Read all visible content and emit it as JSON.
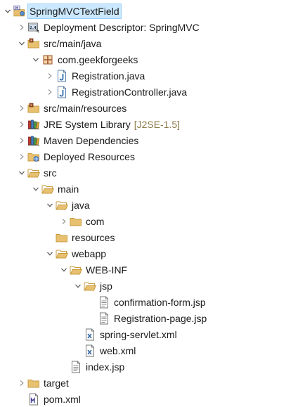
{
  "tree": {
    "nodes": [
      {
        "label": "SpringMVCTextField",
        "icon": "maven-web-project-icon",
        "depth": 0,
        "toggle": "expanded",
        "selected": true
      },
      {
        "label": "Deployment Descriptor: SpringMVC",
        "icon": "deployment-descriptor-icon",
        "depth": 1,
        "toggle": "collapsed"
      },
      {
        "label": "src/main/java",
        "icon": "source-folder-icon",
        "depth": 1,
        "toggle": "expanded"
      },
      {
        "label": "com.geekforgeeks",
        "icon": "package-icon",
        "depth": 2,
        "toggle": "expanded"
      },
      {
        "label": "Registration.java",
        "icon": "java-file-icon",
        "depth": 3,
        "toggle": "collapsed"
      },
      {
        "label": "RegistrationController.java",
        "icon": "java-file-icon",
        "depth": 3,
        "toggle": "collapsed"
      },
      {
        "label": "src/main/resources",
        "icon": "source-folder-icon",
        "depth": 1,
        "toggle": "collapsed"
      },
      {
        "label": "JRE System Library",
        "decoration": "[J2SE-1.5]",
        "icon": "library-icon",
        "depth": 1,
        "toggle": "collapsed"
      },
      {
        "label": "Maven Dependencies",
        "icon": "library-icon",
        "depth": 1,
        "toggle": "collapsed"
      },
      {
        "label": "Deployed Resources",
        "icon": "deployed-resources-icon",
        "depth": 1,
        "toggle": "collapsed"
      },
      {
        "label": "src",
        "icon": "folder-open-icon",
        "depth": 1,
        "toggle": "expanded"
      },
      {
        "label": "main",
        "icon": "folder-open-icon",
        "depth": 2,
        "toggle": "expanded"
      },
      {
        "label": "java",
        "icon": "folder-open-icon",
        "depth": 3,
        "toggle": "expanded"
      },
      {
        "label": "com",
        "icon": "folder-icon",
        "depth": 4,
        "toggle": "collapsed"
      },
      {
        "label": "resources",
        "icon": "folder-icon",
        "depth": 3,
        "toggle": "none"
      },
      {
        "label": "webapp",
        "icon": "folder-open-icon",
        "depth": 3,
        "toggle": "expanded"
      },
      {
        "label": "WEB-INF",
        "icon": "folder-open-icon",
        "depth": 4,
        "toggle": "expanded"
      },
      {
        "label": "jsp",
        "icon": "folder-open-icon",
        "depth": 5,
        "toggle": "expanded"
      },
      {
        "label": "confirmation-form.jsp",
        "icon": "text-file-icon",
        "depth": 6,
        "toggle": "none"
      },
      {
        "label": "Registration-page.jsp",
        "icon": "text-file-icon",
        "depth": 6,
        "toggle": "none"
      },
      {
        "label": "spring-servlet.xml",
        "icon": "xml-file-icon",
        "depth": 5,
        "toggle": "none"
      },
      {
        "label": "web.xml",
        "icon": "xml-file-icon",
        "depth": 5,
        "toggle": "none"
      },
      {
        "label": "index.jsp",
        "icon": "text-file-icon",
        "depth": 4,
        "toggle": "none"
      },
      {
        "label": "target",
        "icon": "folder-icon",
        "depth": 1,
        "toggle": "collapsed"
      },
      {
        "label": "pom.xml",
        "icon": "maven-pom-icon",
        "depth": 1,
        "toggle": "none"
      }
    ]
  },
  "colors": {
    "selection_bg": "#cce8ff",
    "selection_border": "#99d1ff",
    "folder": "#e8c170",
    "folder_edge": "#c89a3c",
    "java_blue": "#2f6fb5",
    "decoration": "#8c7a4a"
  }
}
